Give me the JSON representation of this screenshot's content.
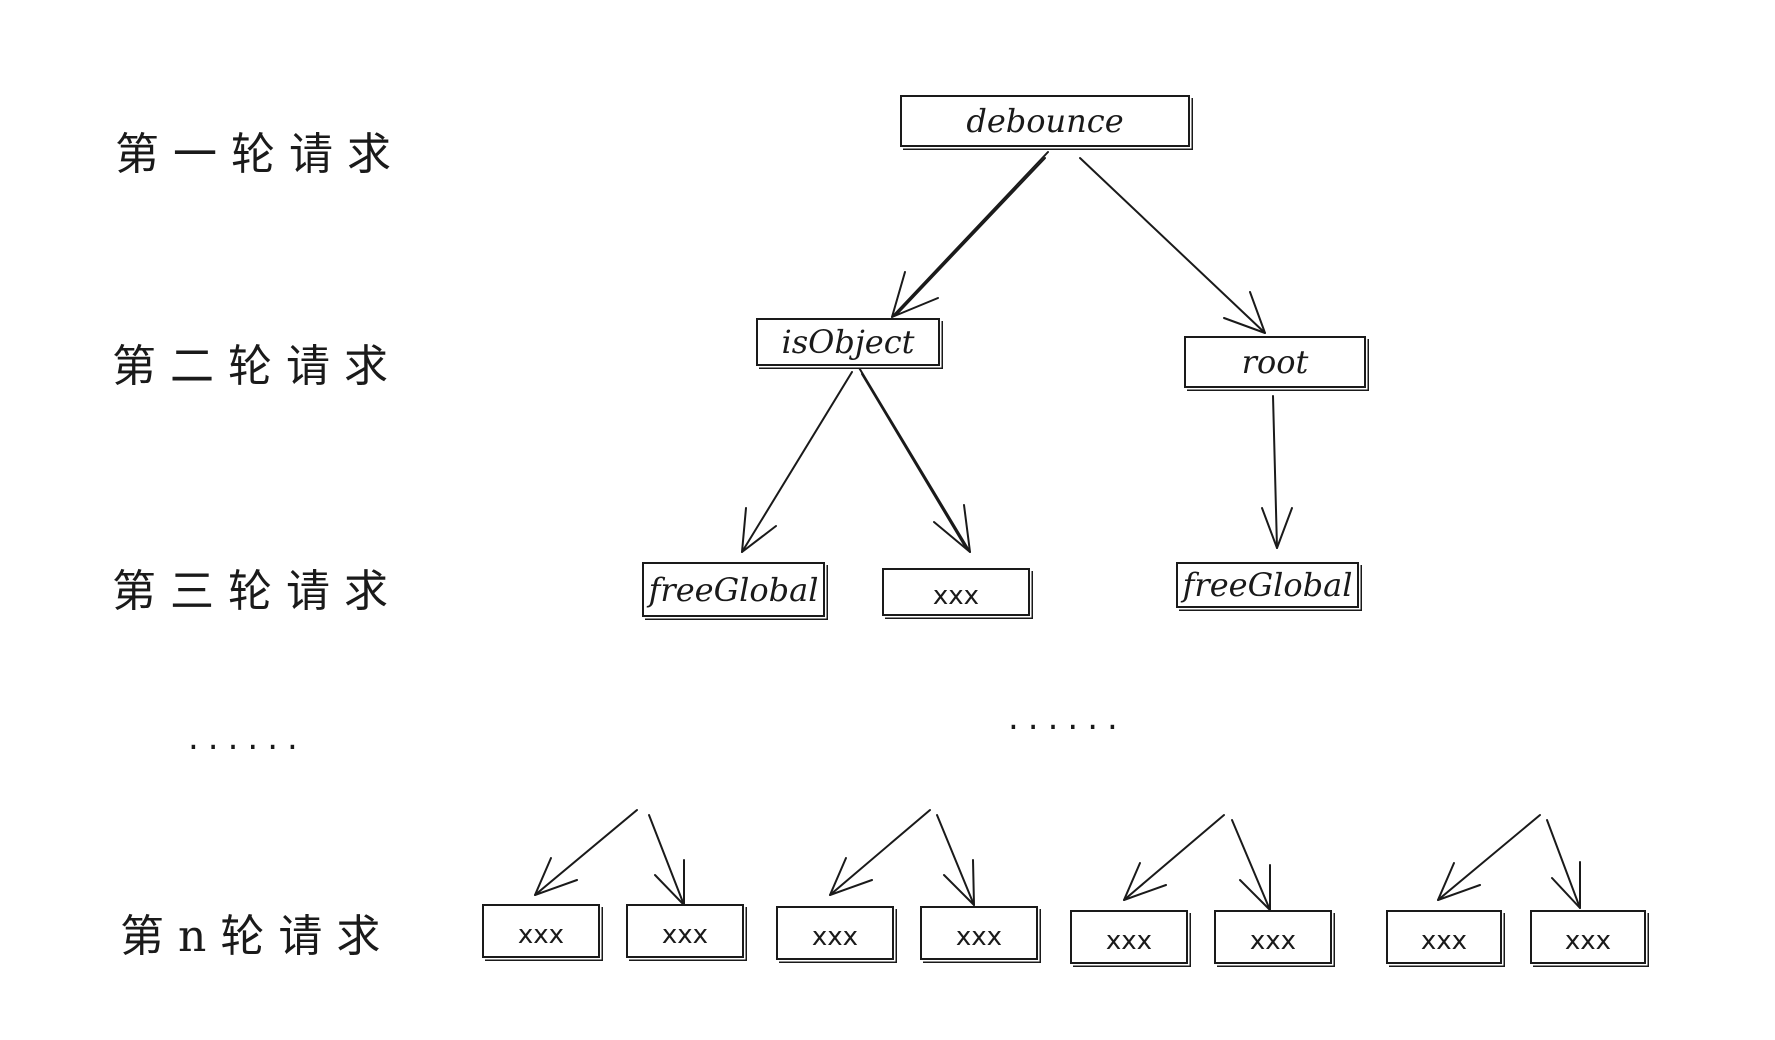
{
  "rounds": [
    {
      "id": "r1",
      "label": "第一轮请求"
    },
    {
      "id": "r2",
      "label": "第二轮请求"
    },
    {
      "id": "r3",
      "label": "第三轮请求"
    },
    {
      "id": "rn",
      "label": "第n轮请求"
    }
  ],
  "ellipsis": {
    "left": "......",
    "center": "......"
  },
  "nodes": {
    "debounce": "debounce",
    "isObject": "isObject",
    "root": "root",
    "freeGlobal_a": "freeGlobal",
    "xxx_r3": "xxx",
    "freeGlobal_b": "freeGlobal",
    "leaf": [
      "xxx",
      "xxx",
      "xxx",
      "xxx",
      "xxx",
      "xxx",
      "xxx",
      "xxx"
    ]
  },
  "edges": [
    [
      "debounce",
      "isObject"
    ],
    [
      "debounce",
      "root"
    ],
    [
      "isObject",
      "freeGlobal_a"
    ],
    [
      "isObject",
      "xxx_r3"
    ],
    [
      "root",
      "freeGlobal_b"
    ]
  ]
}
